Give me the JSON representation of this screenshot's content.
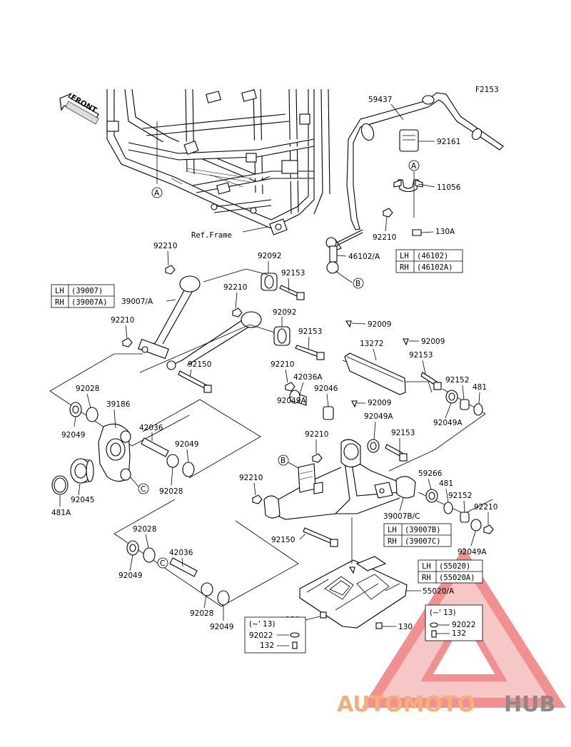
{
  "figure_code": "F2153",
  "front_label": "FRONT",
  "ref_frame": "Ref.Frame",
  "callouts": {
    "A": "A",
    "B": "B",
    "C": "C"
  },
  "parts": {
    "p59437": "59437",
    "p92161": "92161",
    "p11056": "11056",
    "p130A": "130A",
    "p92210_a": "92210",
    "p46102A": "46102/A",
    "p92210_b": "92210",
    "p92092_a": "92092",
    "p92153_a": "92153",
    "p39007A": "39007/A",
    "p92210_c": "92210",
    "p92092_b": "92092",
    "p92210_d": "92210",
    "p92153_b": "92153",
    "p92150_a": "92150",
    "p92009_a": "92009",
    "p13272": "13272",
    "p92009_b": "92009",
    "p92153_c": "92153",
    "p92152_a": "92152",
    "p481_a": "481",
    "p92210_e": "92210",
    "p42036A": "42036A",
    "p92046": "92046",
    "p92049A_a": "92049A",
    "p92009_c": "92009",
    "p92049A_b": "92049A",
    "p92049A_c": "92049A",
    "p92153_d": "92153",
    "p92210_f": "92210",
    "p92028_a": "92028",
    "p39186": "39186",
    "p92049_a": "92049",
    "p42036_a": "42036",
    "p92049_b": "92049",
    "p92028_b": "92028",
    "p92045": "92045",
    "p481A": "481A",
    "p92210_g": "92210",
    "p59266": "59266",
    "p481_b": "481",
    "p92152_b": "92152",
    "p92210_h": "92210",
    "p39007BC": "39007B/C",
    "p92049A_d": "92049A",
    "p92150_b": "92150",
    "p92028_c": "92028",
    "p42036_b": "42036",
    "p92049_c": "92049",
    "p92028_d": "92028",
    "p92049_d": "92049",
    "p55020A": "55020/A",
    "p130_a": "130",
    "p130_b": "130",
    "p92022_a": "92022",
    "p132_a": "132",
    "p92022_b": "92022",
    "p132_b": "132"
  },
  "tables": {
    "t46102": {
      "lh_key": "LH",
      "lh_val": "(46102)",
      "rh_key": "RH",
      "rh_val": "(46102A)"
    },
    "t39007": {
      "lh_key": "LH",
      "lh_val": "(39007)",
      "rh_key": "RH",
      "rh_val": "(39007A)"
    },
    "t39007B": {
      "lh_key": "LH",
      "lh_val": "(39007B)",
      "rh_key": "RH",
      "rh_val": "(39007C)"
    },
    "t55020": {
      "lh_key": "LH",
      "lh_val": "(55020)",
      "rh_key": "RH",
      "rh_val": "(55020A)"
    }
  },
  "notes": {
    "year_a": "(~' 13)",
    "year_b": "(~' 13)"
  },
  "watermark": {
    "part1": "AUTOMOTO",
    "part2": "HUB",
    "color1": "#f5b07a",
    "color2": "#8a8a8a",
    "logo_color": "#ee6a6a"
  }
}
